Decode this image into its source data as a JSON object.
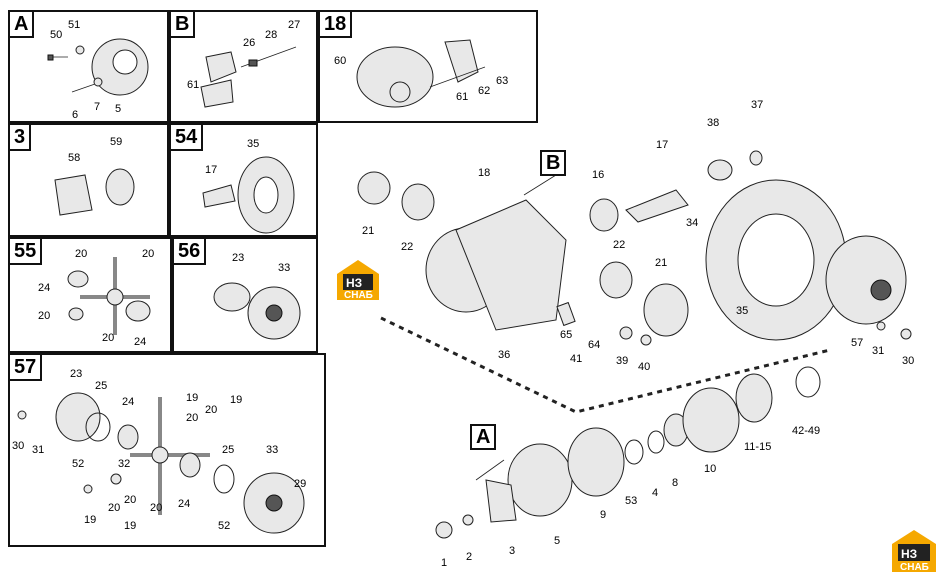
{
  "panels": {
    "A": {
      "tag": "A",
      "labels": [
        "51",
        "50",
        "5",
        "6",
        "7"
      ]
    },
    "B": {
      "tag": "B",
      "labels": [
        "27",
        "26",
        "28",
        "61"
      ]
    },
    "p18": {
      "tag": "18",
      "labels": [
        "60",
        "61",
        "62",
        "63"
      ]
    },
    "p3": {
      "tag": "3",
      "labels": [
        "58",
        "59"
      ]
    },
    "p54": {
      "tag": "54",
      "labels": [
        "35",
        "17"
      ]
    },
    "p55": {
      "tag": "55",
      "labels": [
        "20",
        "20",
        "24",
        "20",
        "20",
        "24"
      ]
    },
    "p56": {
      "tag": "56",
      "labels": [
        "23",
        "33"
      ]
    },
    "p57": {
      "tag": "57",
      "labels": [
        "23",
        "25",
        "19",
        "24",
        "20",
        "19",
        "20",
        "30",
        "31",
        "32",
        "25",
        "52",
        "33",
        "29",
        "20",
        "24",
        "19",
        "52",
        "20",
        "19",
        "20"
      ]
    }
  },
  "main": {
    "callout_b": "B",
    "callout_a": "A",
    "labels": {
      "l37": "37",
      "l38": "38",
      "l17": "17",
      "l18": "18",
      "l16": "16",
      "l21a": "21",
      "l22a": "22",
      "l34": "34",
      "l22b": "22",
      "l21b": "21",
      "l35": "35",
      "l65": "65",
      "l64": "64",
      "l41": "41",
      "l36": "36",
      "l39": "39",
      "l40": "40",
      "l57": "57",
      "l31": "31",
      "l30": "30",
      "l42": "42-49",
      "l1115": "11-15",
      "l10": "10",
      "l8": "8",
      "l4": "4",
      "l53": "53",
      "l9": "9",
      "l5": "5",
      "l3": "3",
      "l2": "2",
      "l1": "1"
    }
  },
  "logo": {
    "letters": "НЗ",
    "word": "СНАБ",
    "accent": "#f5a800",
    "dark": "#222222"
  }
}
